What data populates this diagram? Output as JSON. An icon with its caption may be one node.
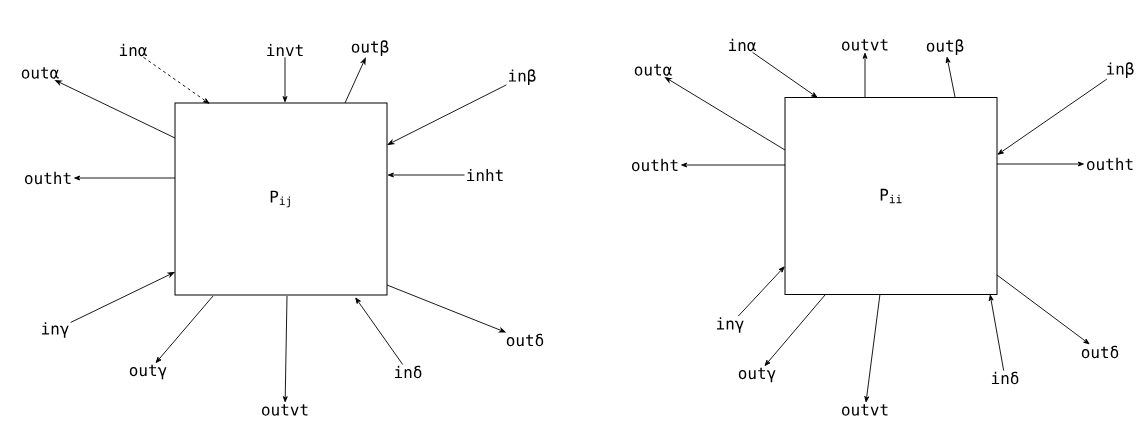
{
  "diagram": {
    "nodes": [
      {
        "text": [
          "P$_{ij}$"
        ]
      },
      {
        "text": [
          "inα"
        ]
      },
      {
        "text": [
          "invt"
        ]
      },
      {
        "text": [
          "outβ"
        ]
      },
      {
        "text": [
          "outα"
        ]
      },
      {
        "text": [
          "inβ"
        ]
      },
      {
        "text": [
          "outht"
        ]
      },
      {
        "text": [
          "inht"
        ]
      },
      {
        "text": [
          "inγ"
        ]
      },
      {
        "text": [
          "outγ"
        ]
      },
      {
        "text": [
          "outvt"
        ]
      },
      {
        "text": [
          "inδ"
        ]
      },
      {
        "text": [
          "outδ"
        ]
      },
      {
        "text": [
          "P$_{ii}$"
        ]
      },
      {
        "text": [
          "inα"
        ]
      },
      {
        "text": [
          "outvt"
        ]
      },
      {
        "text": [
          "outβ"
        ]
      },
      {
        "text": [
          "outα"
        ]
      },
      {
        "text": [
          "inβ"
        ]
      },
      {
        "text": [
          "outht"
        ]
      },
      {
        "text": [
          "outht"
        ]
      },
      {
        "text": [
          "inγ"
        ]
      },
      {
        "text": [
          "outγ"
        ]
      },
      {
        "text": [
          "outvt"
        ]
      },
      {
        "text": [
          "inδ"
        ]
      },
      {
        "text": [
          "outδ"
        ]
      }
    ],
    "edges": [
      {
        "from": 1,
        "to": 0,
        "arrow": "to",
        "style": "dashed"
      },
      {
        "from": 2,
        "to": 0,
        "arrow": "to"
      },
      {
        "from": 0,
        "to": 3,
        "arrow": "to"
      },
      {
        "from": 0,
        "to": 4,
        "arrow": "to"
      },
      {
        "from": 5,
        "to": 0,
        "arrow": "to"
      },
      {
        "from": 0,
        "to": 6,
        "arrow": "to"
      },
      {
        "from": 7,
        "to": 0,
        "arrow": "to"
      },
      {
        "from": 8,
        "to": 0,
        "arrow": "to"
      },
      {
        "from": 0,
        "to": 9,
        "arrow": "to"
      },
      {
        "from": 0,
        "to": 10,
        "arrow": "to"
      },
      {
        "from": 11,
        "to": 0,
        "arrow": "to"
      },
      {
        "from": 0,
        "to": 12,
        "arrow": "to"
      },
      {
        "from": 14,
        "to": 13,
        "arrow": "to"
      },
      {
        "from": 13,
        "to": 15,
        "arrow": "to"
      },
      {
        "from": 13,
        "to": 16,
        "arrow": "to"
      },
      {
        "from": 13,
        "to": 17,
        "arrow": "to"
      },
      {
        "from": 18,
        "to": 13,
        "arrow": "to"
      },
      {
        "from": 13,
        "to": 19,
        "arrow": "to"
      },
      {
        "from": 13,
        "to": 20,
        "arrow": "to"
      },
      {
        "from": 21,
        "to": 13,
        "arrow": "to"
      },
      {
        "from": 13,
        "to": 22,
        "arrow": "to"
      },
      {
        "from": 13,
        "to": 23,
        "arrow": "to"
      },
      {
        "from": 24,
        "to": 13,
        "arrow": "to"
      },
      {
        "from": 13,
        "to": 25,
        "arrow": "to"
      }
    ]
  }
}
